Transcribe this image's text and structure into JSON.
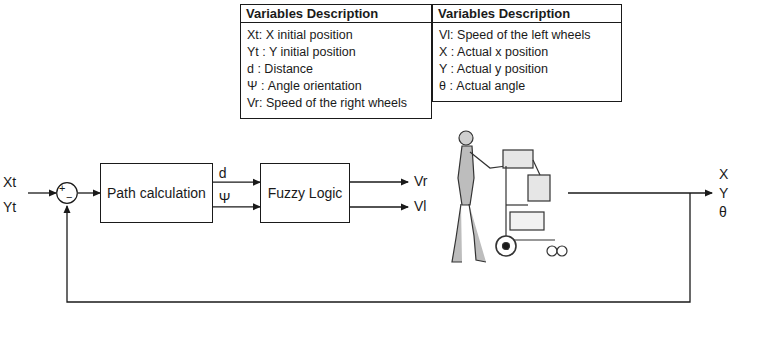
{
  "diagram": {
    "nodes": [
      {
        "text": [
          "Variables Description",
          "Xt: X initial position",
          "Yt : Y initial position",
          "d : Distance",
          "Ψ : Angle orientation",
          "Vr: Speed of the right wheels"
        ]
      },
      {
        "text": [
          "Variables Description",
          "Vl: Speed of the left wheels",
          "X : Actual x position",
          "Y : Actual y position",
          "θ : Actual angle"
        ]
      },
      {
        "text": [
          "+",
          "−"
        ]
      },
      {
        "text": [
          "Path calculation"
        ]
      },
      {
        "text": [
          "Fuzzy Logic"
        ]
      }
    ],
    "edges": [
      {
        "from": 2,
        "to": 3,
        "arrow": "to"
      },
      {
        "from": 3,
        "to": 4,
        "label": "d",
        "arrow": "to"
      },
      {
        "from": 3,
        "to": 4,
        "label": "Ψ",
        "arrow": "to"
      }
    ],
    "labels": [
      "Xt",
      "Yt",
      "Vr",
      "Vl",
      "X",
      "Y",
      "θ"
    ]
  }
}
